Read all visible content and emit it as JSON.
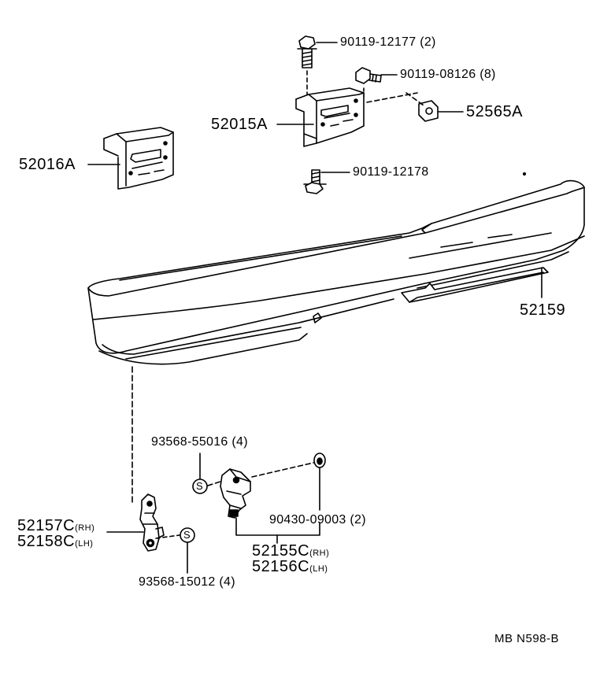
{
  "diagram": {
    "parts": {
      "bolt_upper": {
        "number": "90119-12177",
        "qty": "(2)"
      },
      "bolt_side": {
        "number": "90119-08126",
        "qty": "(8)"
      },
      "nut": {
        "number": "52565A"
      },
      "bracket_right": {
        "number": "52015A"
      },
      "bracket_left": {
        "number": "52016A"
      },
      "bolt_lower": {
        "number": "90119-12178"
      },
      "bumper_cover": {
        "number": "52159"
      },
      "screw_upper": {
        "number": "93568-55016",
        "qty": "(4)"
      },
      "clip": {
        "number": "90430-09003",
        "qty": "(2)"
      },
      "retainer_rear_rh": {
        "number": "52157C",
        "side": "(RH)"
      },
      "retainer_rear_lh": {
        "number": "52158C",
        "side": "(LH)"
      },
      "retainer_side_rh": {
        "number": "52155C",
        "side": "(RH)"
      },
      "retainer_side_lh": {
        "number": "52156C",
        "side": "(LH)"
      },
      "screw_lower": {
        "number": "93568-15012",
        "qty": "(4)"
      }
    },
    "marks": {
      "s_symbol": "S"
    },
    "footer": {
      "code": "MB N598-B"
    }
  }
}
